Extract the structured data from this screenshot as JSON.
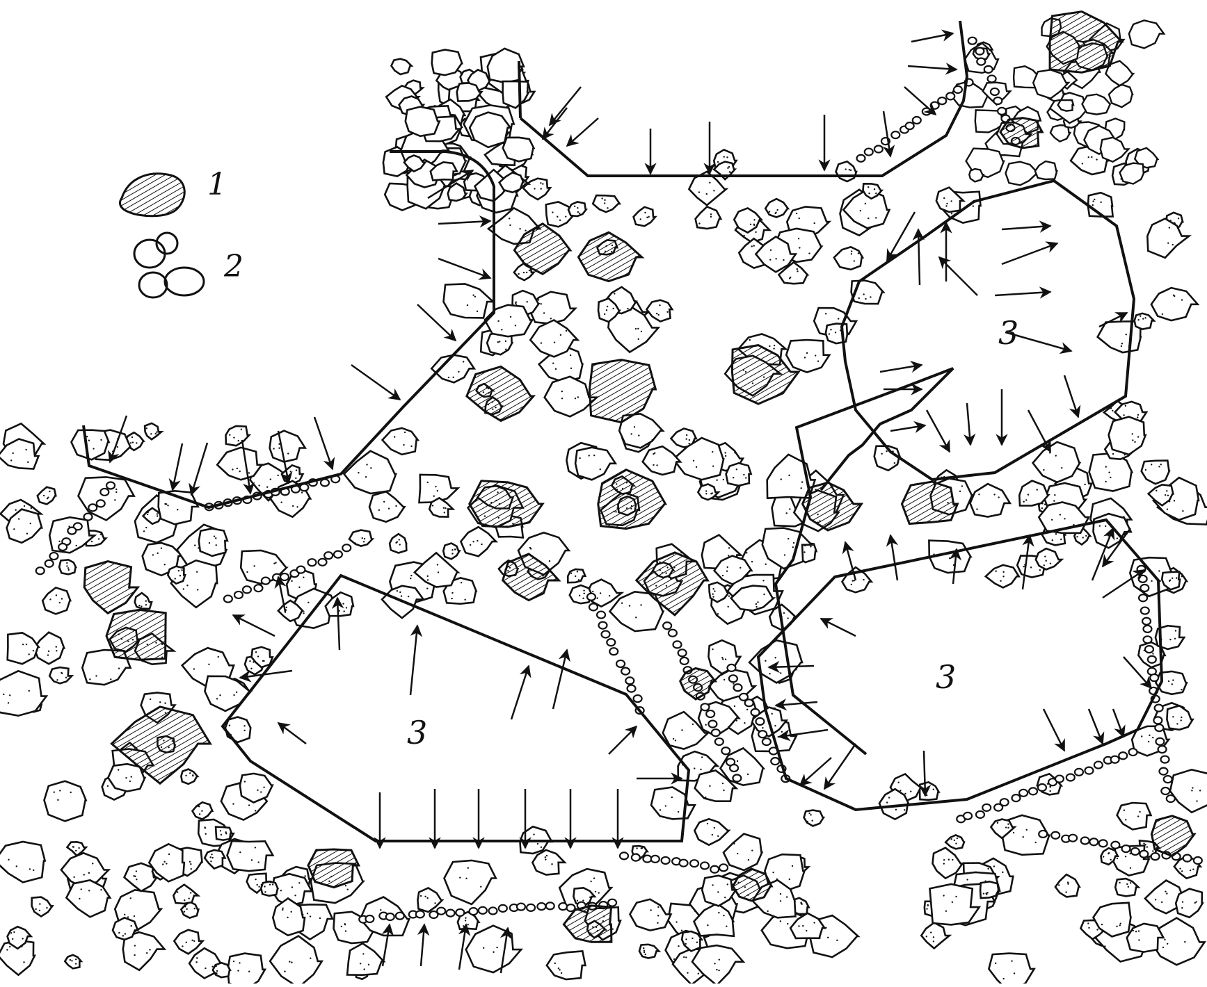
{
  "legend": {
    "items": [
      {
        "key": "1",
        "kind": "hatched-grain"
      },
      {
        "key": "2",
        "kind": "stippled-grain-cluster"
      }
    ]
  },
  "regions": [
    {
      "label": "3"
    },
    {
      "label": "3"
    },
    {
      "label": "3"
    }
  ],
  "colors": {
    "ink": "#111111",
    "paper": "#ffffff"
  }
}
